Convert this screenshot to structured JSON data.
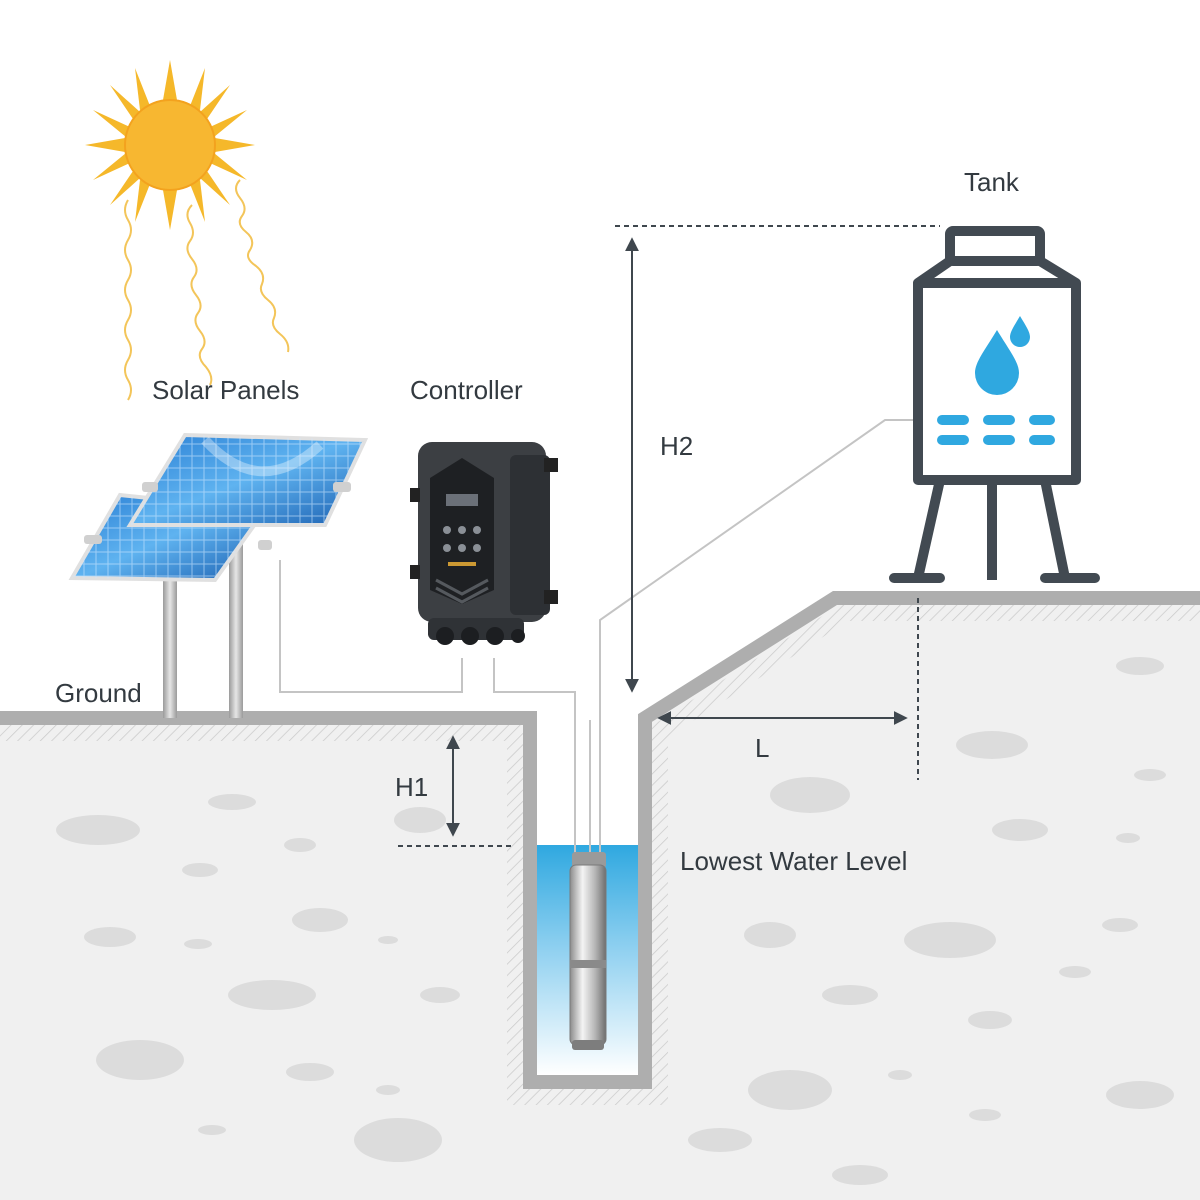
{
  "labels": {
    "solar_panels": "Solar Panels",
    "controller": "Controller",
    "tank": "Tank",
    "ground": "Ground",
    "h1": "H1",
    "h2": "H2",
    "l": "L",
    "lowest_water_level": "Lowest Water Level"
  },
  "colors": {
    "ground_fill": "#f0f0f0",
    "ground_line": "#aeaeae",
    "rock": "#dcdcdc",
    "water": "#2fa8e0",
    "tank_outline": "#424a52",
    "tank_accent": "#2fa8e0",
    "sun": "#f5b82a",
    "ray": "#f3c55a",
    "arrow": "#3f474e",
    "pipe": "#c4c4c4",
    "panel": "#1e6fc2"
  },
  "icons": {
    "sun": "sun-icon",
    "solar_panel": "solar-panel-icon",
    "controller": "controller-icon",
    "tank": "water-tank-icon",
    "pump": "submersible-pump-icon",
    "water_drop": "water-drop-icon"
  }
}
